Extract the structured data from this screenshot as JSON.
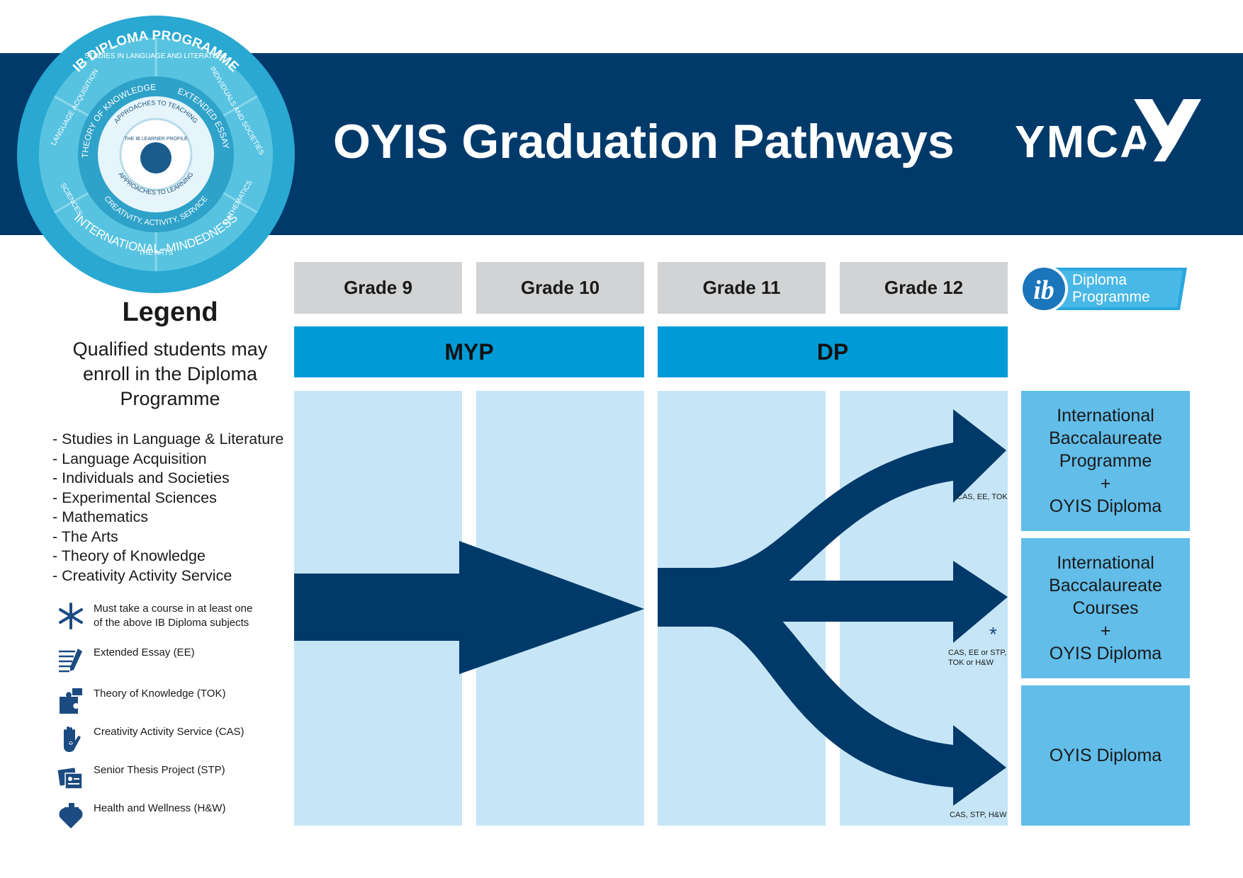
{
  "header": {
    "title": "OYIS Graduation Pathways",
    "logo_text": "YMCA"
  },
  "ib_wheel": {
    "outer_top": "IB DIPLOMA PROGRAMME",
    "outer_bottom": "INTERNATIONAL–MINDEDNESS",
    "segments": [
      "STUDIES IN LANGUAGE AND LITERATURE",
      "INDIVIDUALS AND SOCIETIES",
      "MATHEMATICS",
      "THE ARTS",
      "SCIENCES",
      "LANGUAGE ACQUISITION"
    ],
    "core": [
      "THEORY OF KNOWLEDGE",
      "EXTENDED ESSAY",
      "CREATIVITY, ACTIVITY, SERVICE"
    ],
    "inner": [
      "APPROACHES TO TEACHING",
      "APPROACHES TO LEARNING"
    ],
    "center": "THE IB LEARNER PROFILE"
  },
  "legend": {
    "title": "Legend",
    "intro": "Qualified students may enroll in the Diploma Programme",
    "subjects": [
      "- Studies in Language & Literature",
      "- Language Acquisition",
      "- Individuals and Societies",
      "- Experimental Sciences",
      "- Mathematics",
      "- The Arts",
      "- Theory of Knowledge",
      "- Creativity Activity Service"
    ],
    "items": [
      {
        "icon": "asterisk-icon",
        "label": "Must take a course in at least one\nof the above IB Diploma subjects"
      },
      {
        "icon": "essay-pencil-icon",
        "label": "Extended Essay (EE)"
      },
      {
        "icon": "puzzle-icon",
        "label": "Theory of Knowledge (TOK)"
      },
      {
        "icon": "hand-heart-icon",
        "label": "Creativity Activity Service (CAS)"
      },
      {
        "icon": "thesis-icon",
        "label": "Senior Thesis Project (STP)"
      },
      {
        "icon": "health-heart-cross-icon",
        "label": "Health and Wellness (H&W)"
      }
    ]
  },
  "grades": [
    "Grade 9",
    "Grade 10",
    "Grade 11",
    "Grade 12"
  ],
  "ib_badge": {
    "letters": "ib",
    "line1": "Diploma",
    "line2": "Programme"
  },
  "programmes": {
    "myp": "MYP",
    "dp": "DP"
  },
  "results": [
    "International\nBaccalaureate\nProgramme\n+\nOYIS Diploma",
    "International\nBaccalaureate\nCourses\n+\nOYIS Diploma",
    "OYIS Diploma"
  ],
  "pathway_notes": {
    "top": "CAS, EE, TOK",
    "middle_mark": "*",
    "middle": "CAS, EE or STP,\nTOK or H&W",
    "bottom": "CAS, STP, H&W"
  },
  "colors": {
    "navy": "#003a6b",
    "program_blue": "#009bd7",
    "column_light": "#c6e6f7",
    "result_blue": "#62bde9",
    "grade_gray": "#d1d3d4"
  }
}
